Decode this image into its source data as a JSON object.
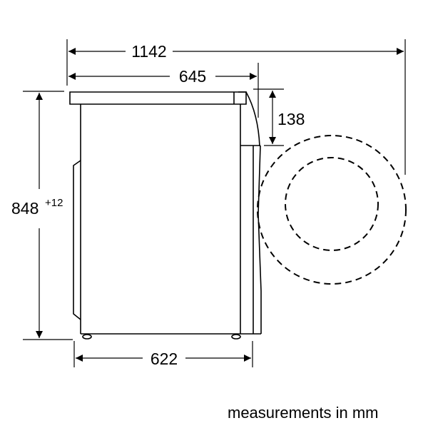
{
  "diagram": {
    "subject": "washing machine side view with door swing",
    "dimensions": {
      "total_depth_door_open": {
        "value": "1142",
        "unit": "mm"
      },
      "depth_top": {
        "value": "645",
        "unit": "mm"
      },
      "depth_base": {
        "value": "622",
        "unit": "mm"
      },
      "height": {
        "value": "848",
        "tolerance": "+12",
        "unit": "mm"
      },
      "door_offset": {
        "value": "138",
        "unit": "mm"
      }
    },
    "footnote": "measurements in mm",
    "colors": {
      "line": "#000000",
      "background": "#ffffff"
    }
  }
}
